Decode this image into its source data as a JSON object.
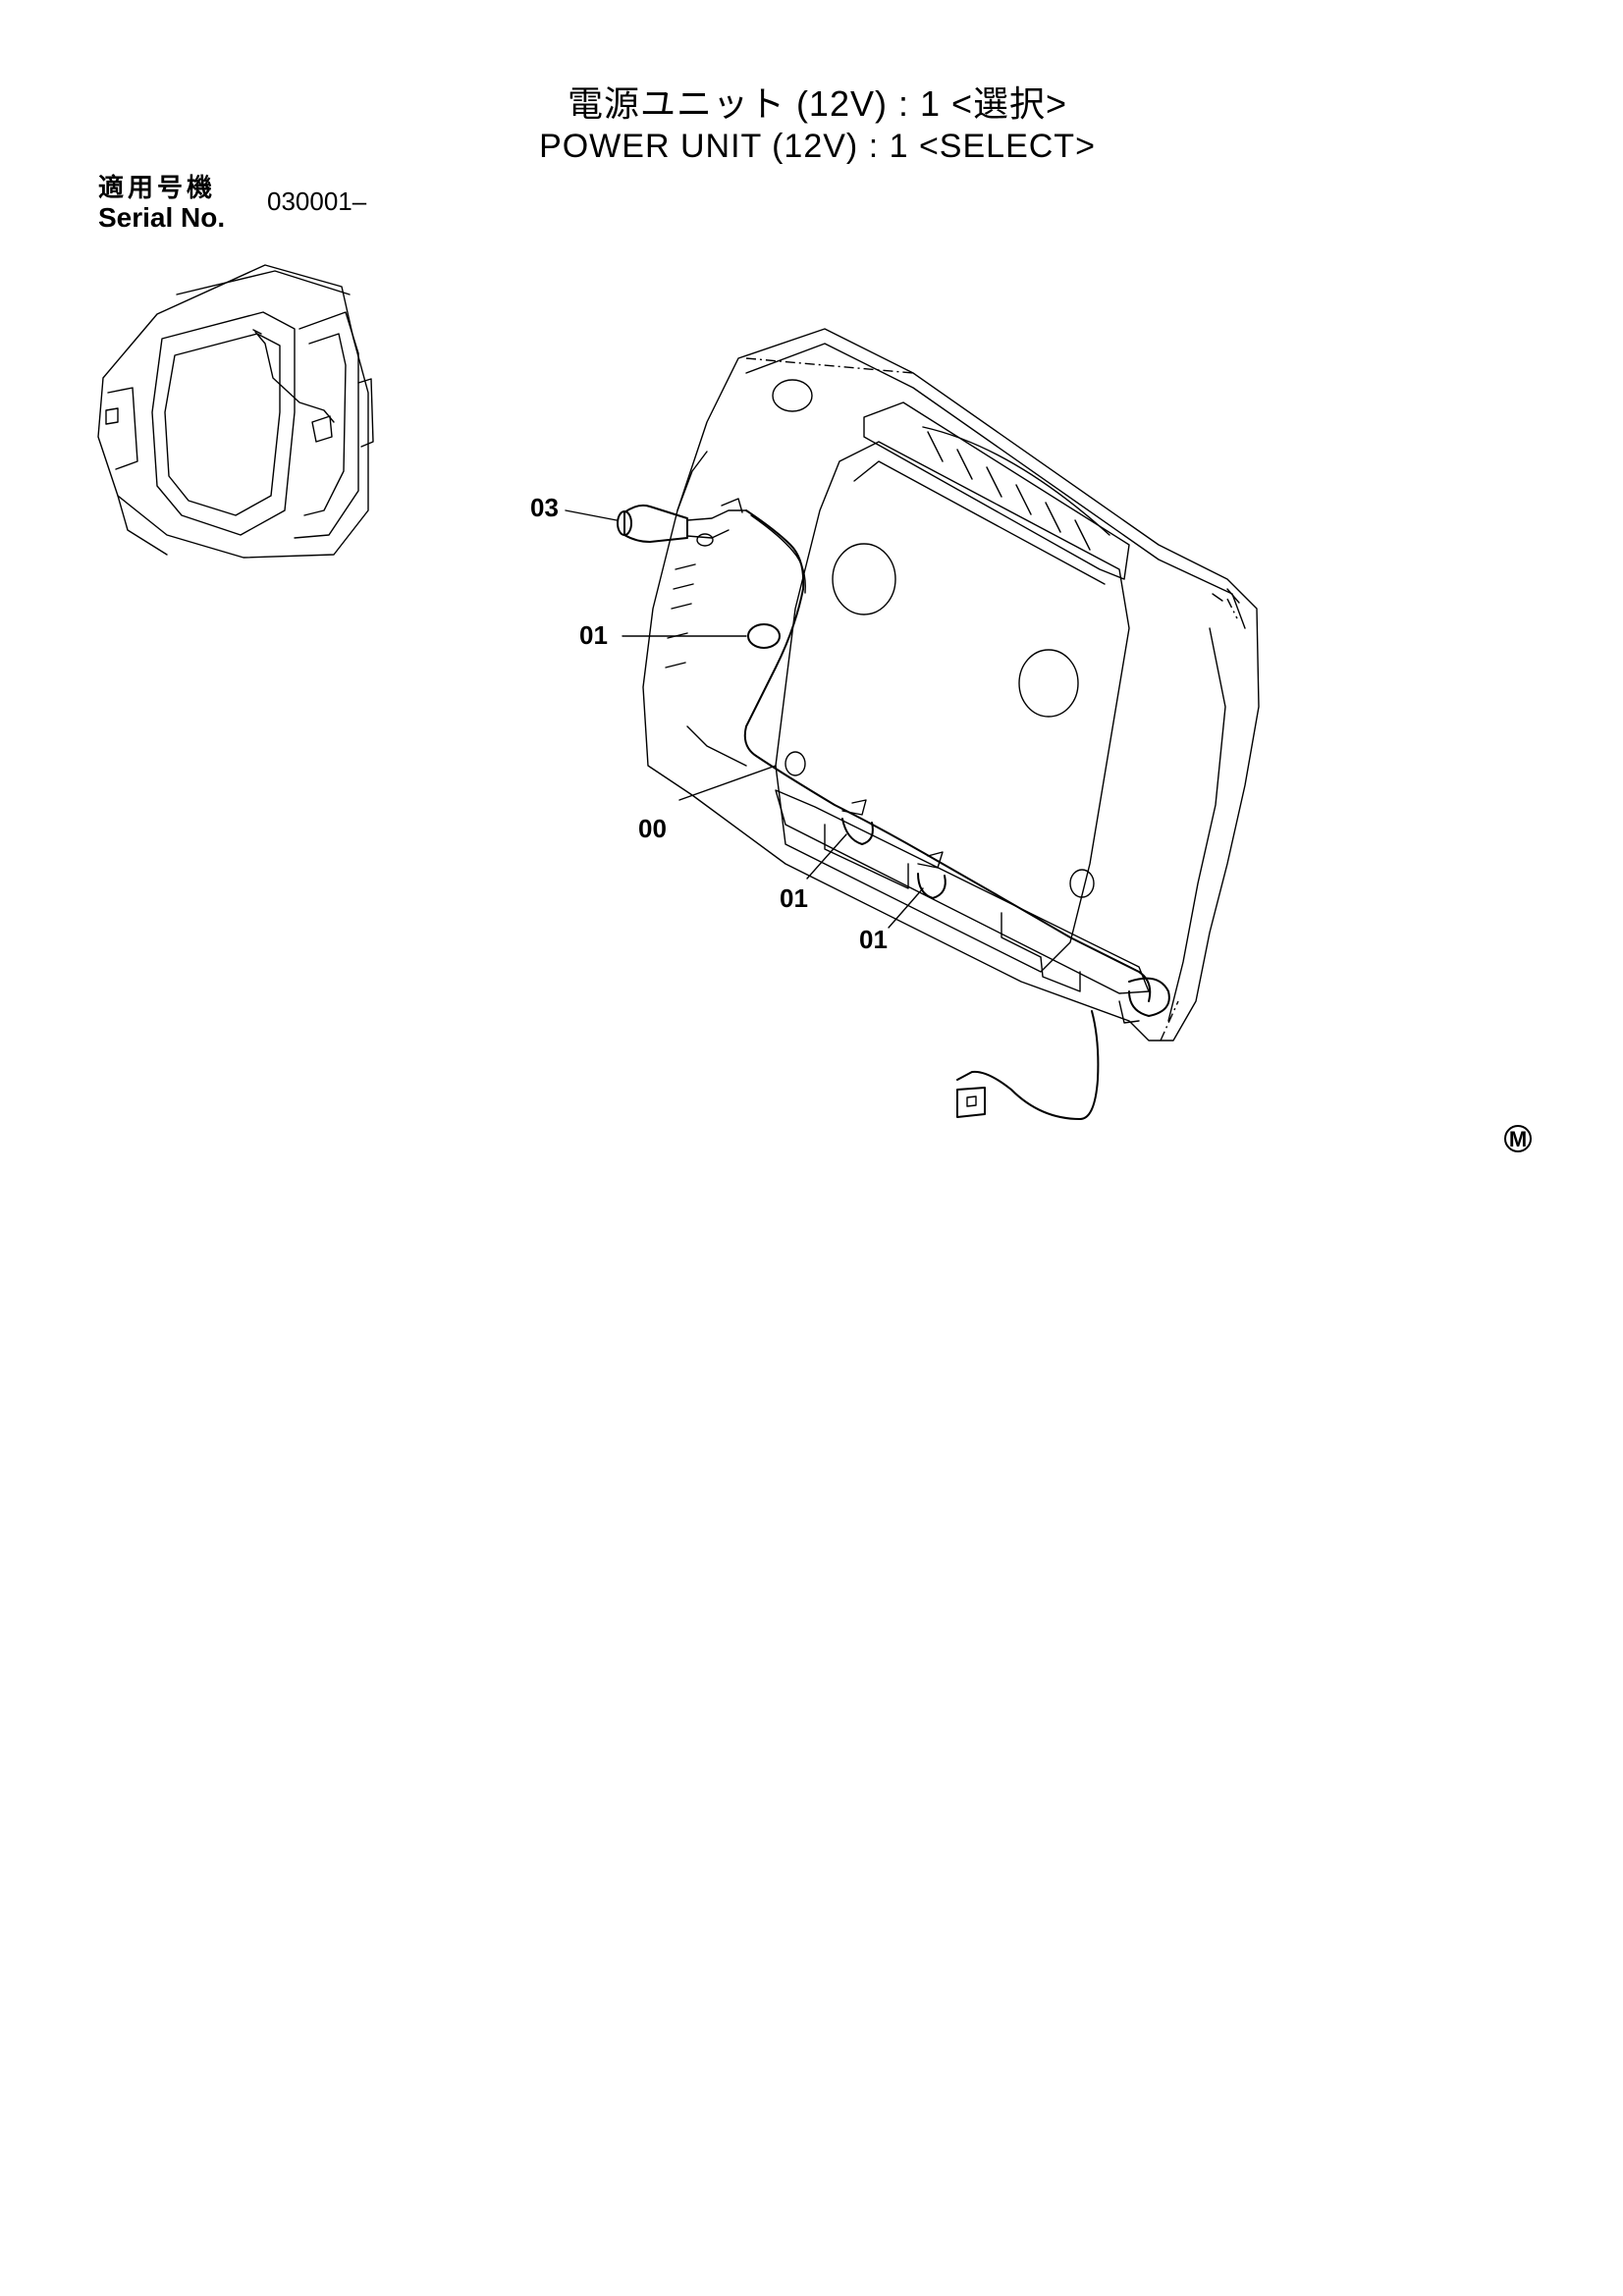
{
  "title": {
    "japanese": "電源ユニット (12V) : 1 <選択>",
    "english": "POWER UNIT (12V) : 1 <SELECT>"
  },
  "serial": {
    "label_japanese": "適用号機",
    "label_english": "Serial No.",
    "value": "030001–"
  },
  "callouts": [
    {
      "id": "03",
      "label": "03"
    },
    {
      "id": "01a",
      "label": "01"
    },
    {
      "id": "00",
      "label": "00"
    },
    {
      "id": "01b",
      "label": "01"
    },
    {
      "id": "01c",
      "label": "01"
    }
  ],
  "corner_mark": "M"
}
